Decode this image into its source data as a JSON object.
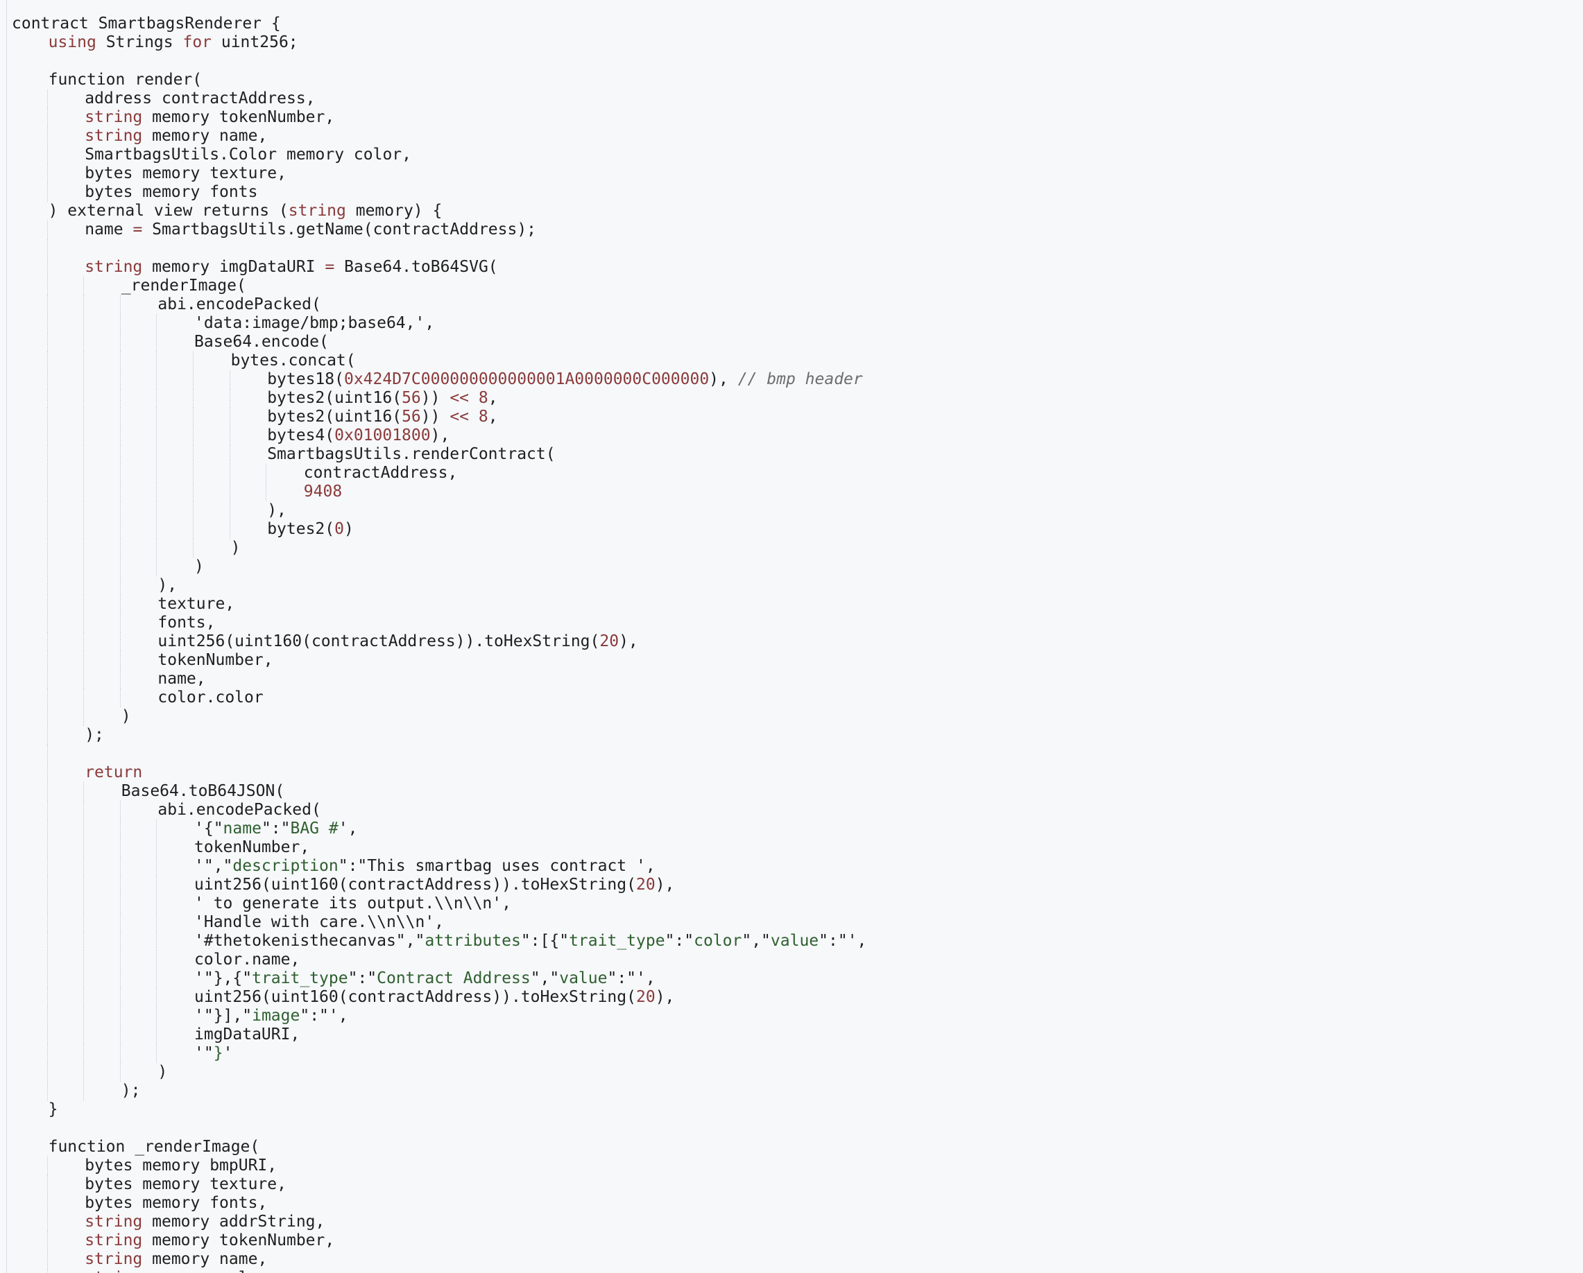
{
  "editor": {
    "language": "solidity",
    "colors": {
      "background": "#f6f8fa",
      "text": "#1f1f1f",
      "keyword": "#8b3a3a",
      "number": "#8b3a3a",
      "string": "#2f5f2f",
      "comment": "#6d6d6d"
    },
    "lines": [
      {
        "indent": 0,
        "tokens": [
          [
            "t",
            "contract SmartbagsRenderer {"
          ]
        ]
      },
      {
        "indent": 1,
        "tokens": [
          [
            "k",
            "using"
          ],
          [
            "t",
            " Strings "
          ],
          [
            "k",
            "for"
          ],
          [
            "t",
            " uint256;"
          ]
        ]
      },
      {
        "indent": 0,
        "tokens": []
      },
      {
        "indent": 1,
        "tokens": [
          [
            "t",
            "function render("
          ]
        ]
      },
      {
        "indent": 2,
        "tokens": [
          [
            "t",
            "address contractAddress,"
          ]
        ]
      },
      {
        "indent": 2,
        "tokens": [
          [
            "k",
            "string"
          ],
          [
            "t",
            " memory tokenNumber,"
          ]
        ]
      },
      {
        "indent": 2,
        "tokens": [
          [
            "k",
            "string"
          ],
          [
            "t",
            " memory name,"
          ]
        ]
      },
      {
        "indent": 2,
        "tokens": [
          [
            "t",
            "SmartbagsUtils.Color memory color,"
          ]
        ]
      },
      {
        "indent": 2,
        "tokens": [
          [
            "t",
            "bytes memory texture,"
          ]
        ]
      },
      {
        "indent": 2,
        "tokens": [
          [
            "t",
            "bytes memory fonts"
          ]
        ]
      },
      {
        "indent": 1,
        "tokens": [
          [
            "t",
            ") external view returns ("
          ],
          [
            "k",
            "string"
          ],
          [
            "t",
            " memory) {"
          ]
        ]
      },
      {
        "indent": 2,
        "tokens": [
          [
            "t",
            "name "
          ],
          [
            "o",
            "="
          ],
          [
            "t",
            " SmartbagsUtils.getName(contractAddress);"
          ]
        ]
      },
      {
        "indent": 0,
        "tokens": []
      },
      {
        "indent": 2,
        "tokens": [
          [
            "k",
            "string"
          ],
          [
            "t",
            " memory imgDataURI "
          ],
          [
            "o",
            "="
          ],
          [
            "t",
            " Base64.toB64SVG("
          ]
        ]
      },
      {
        "indent": 3,
        "tokens": [
          [
            "t",
            "_renderImage("
          ]
        ]
      },
      {
        "indent": 4,
        "tokens": [
          [
            "t",
            "abi.encodePacked("
          ]
        ]
      },
      {
        "indent": 5,
        "tokens": [
          [
            "t",
            "'data:image/bmp;base64,',"
          ]
        ]
      },
      {
        "indent": 5,
        "tokens": [
          [
            "t",
            "Base64.encode("
          ]
        ]
      },
      {
        "indent": 6,
        "tokens": [
          [
            "t",
            "bytes.concat("
          ]
        ]
      },
      {
        "indent": 7,
        "tokens": [
          [
            "t",
            "bytes18("
          ],
          [
            "n",
            "0x424D7C000000000000001A0000000C000000"
          ],
          [
            "t",
            "), "
          ],
          [
            "c",
            "// bmp header"
          ]
        ]
      },
      {
        "indent": 7,
        "tokens": [
          [
            "t",
            "bytes2(uint16("
          ],
          [
            "n",
            "56"
          ],
          [
            "t",
            ")) "
          ],
          [
            "o",
            "<<"
          ],
          [
            "t",
            " "
          ],
          [
            "n",
            "8"
          ],
          [
            "t",
            ","
          ]
        ]
      },
      {
        "indent": 7,
        "tokens": [
          [
            "t",
            "bytes2(uint16("
          ],
          [
            "n",
            "56"
          ],
          [
            "t",
            ")) "
          ],
          [
            "o",
            "<<"
          ],
          [
            "t",
            " "
          ],
          [
            "n",
            "8"
          ],
          [
            "t",
            ","
          ]
        ]
      },
      {
        "indent": 7,
        "tokens": [
          [
            "t",
            "bytes4("
          ],
          [
            "n",
            "0x01001800"
          ],
          [
            "t",
            "),"
          ]
        ]
      },
      {
        "indent": 7,
        "tokens": [
          [
            "t",
            "SmartbagsUtils.renderContract("
          ]
        ]
      },
      {
        "indent": 8,
        "tokens": [
          [
            "t",
            "contractAddress,"
          ]
        ]
      },
      {
        "indent": 8,
        "tokens": [
          [
            "n",
            "9408"
          ]
        ]
      },
      {
        "indent": 7,
        "tokens": [
          [
            "t",
            "),"
          ]
        ]
      },
      {
        "indent": 7,
        "tokens": [
          [
            "t",
            "bytes2("
          ],
          [
            "n",
            "0"
          ],
          [
            "t",
            ")"
          ]
        ]
      },
      {
        "indent": 6,
        "tokens": [
          [
            "t",
            ")"
          ]
        ]
      },
      {
        "indent": 5,
        "tokens": [
          [
            "t",
            ")"
          ]
        ]
      },
      {
        "indent": 4,
        "tokens": [
          [
            "t",
            "),"
          ]
        ]
      },
      {
        "indent": 4,
        "tokens": [
          [
            "t",
            "texture,"
          ]
        ]
      },
      {
        "indent": 4,
        "tokens": [
          [
            "t",
            "fonts,"
          ]
        ]
      },
      {
        "indent": 4,
        "tokens": [
          [
            "t",
            "uint256(uint160(contractAddress)).toHexString("
          ],
          [
            "n",
            "20"
          ],
          [
            "t",
            "),"
          ]
        ]
      },
      {
        "indent": 4,
        "tokens": [
          [
            "t",
            "tokenNumber,"
          ]
        ]
      },
      {
        "indent": 4,
        "tokens": [
          [
            "t",
            "name,"
          ]
        ]
      },
      {
        "indent": 4,
        "tokens": [
          [
            "t",
            "color.color"
          ]
        ]
      },
      {
        "indent": 3,
        "tokens": [
          [
            "t",
            ")"
          ]
        ]
      },
      {
        "indent": 2,
        "tokens": [
          [
            "t",
            ");"
          ]
        ]
      },
      {
        "indent": 0,
        "tokens": []
      },
      {
        "indent": 2,
        "tokens": [
          [
            "k",
            "return"
          ]
        ]
      },
      {
        "indent": 3,
        "tokens": [
          [
            "t",
            "Base64.toB64JSON("
          ]
        ]
      },
      {
        "indent": 4,
        "tokens": [
          [
            "t",
            "abi.encodePacked("
          ]
        ]
      },
      {
        "indent": 5,
        "tokens": [
          [
            "t",
            "'{\""
          ],
          [
            "s",
            "name"
          ],
          [
            "t",
            "\":\""
          ],
          [
            "s",
            "BAG #"
          ],
          [
            "t",
            "',"
          ]
        ]
      },
      {
        "indent": 5,
        "tokens": [
          [
            "t",
            "tokenNumber,"
          ]
        ]
      },
      {
        "indent": 5,
        "tokens": [
          [
            "t",
            "'\",\""
          ],
          [
            "s",
            "description"
          ],
          [
            "t",
            "\":\"This smartbag uses contract ',"
          ]
        ]
      },
      {
        "indent": 5,
        "tokens": [
          [
            "t",
            "uint256(uint160(contractAddress)).toHexString("
          ],
          [
            "n",
            "20"
          ],
          [
            "t",
            "),"
          ]
        ]
      },
      {
        "indent": 5,
        "tokens": [
          [
            "t",
            "' to generate its output.\\\\n\\\\n',"
          ]
        ]
      },
      {
        "indent": 5,
        "tokens": [
          [
            "t",
            "'Handle with care.\\\\n\\\\n',"
          ]
        ]
      },
      {
        "indent": 5,
        "tokens": [
          [
            "t",
            "'#thetokenisthecanvas\",\""
          ],
          [
            "s",
            "attributes"
          ],
          [
            "t",
            "\":[{\""
          ],
          [
            "s",
            "trait_type"
          ],
          [
            "t",
            "\":\""
          ],
          [
            "s",
            "color"
          ],
          [
            "t",
            "\",\""
          ],
          [
            "s",
            "value"
          ],
          [
            "t",
            "\":\"',"
          ]
        ]
      },
      {
        "indent": 5,
        "tokens": [
          [
            "t",
            "color.name,"
          ]
        ]
      },
      {
        "indent": 5,
        "tokens": [
          [
            "t",
            "'\"},{\""
          ],
          [
            "s",
            "trait_type"
          ],
          [
            "t",
            "\":\""
          ],
          [
            "s",
            "Contract Address"
          ],
          [
            "t",
            "\",\""
          ],
          [
            "s",
            "value"
          ],
          [
            "t",
            "\":\"',"
          ]
        ]
      },
      {
        "indent": 5,
        "tokens": [
          [
            "t",
            "uint256(uint160(contractAddress)).toHexString("
          ],
          [
            "n",
            "20"
          ],
          [
            "t",
            "),"
          ]
        ]
      },
      {
        "indent": 5,
        "tokens": [
          [
            "t",
            "'\"}],\""
          ],
          [
            "s",
            "image"
          ],
          [
            "t",
            "\":\"',"
          ]
        ]
      },
      {
        "indent": 5,
        "tokens": [
          [
            "t",
            "imgDataURI,"
          ]
        ]
      },
      {
        "indent": 5,
        "tokens": [
          [
            "t",
            "'\""
          ],
          [
            "s",
            "}"
          ],
          [
            "t",
            "'"
          ]
        ]
      },
      {
        "indent": 4,
        "tokens": [
          [
            "t",
            ")"
          ]
        ]
      },
      {
        "indent": 3,
        "tokens": [
          [
            "t",
            ");"
          ]
        ]
      },
      {
        "indent": 1,
        "tokens": [
          [
            "t",
            "}"
          ]
        ]
      },
      {
        "indent": 0,
        "tokens": []
      },
      {
        "indent": 1,
        "tokens": [
          [
            "t",
            "function _renderImage("
          ]
        ]
      },
      {
        "indent": 2,
        "tokens": [
          [
            "t",
            "bytes memory bmpURI,"
          ]
        ]
      },
      {
        "indent": 2,
        "tokens": [
          [
            "t",
            "bytes memory texture,"
          ]
        ]
      },
      {
        "indent": 2,
        "tokens": [
          [
            "t",
            "bytes memory fonts,"
          ]
        ]
      },
      {
        "indent": 2,
        "tokens": [
          [
            "k",
            "string"
          ],
          [
            "t",
            " memory addrString,"
          ]
        ]
      },
      {
        "indent": 2,
        "tokens": [
          [
            "k",
            "string"
          ],
          [
            "t",
            " memory tokenNumber,"
          ]
        ]
      },
      {
        "indent": 2,
        "tokens": [
          [
            "k",
            "string"
          ],
          [
            "t",
            " memory name,"
          ]
        ]
      },
      {
        "indent": 2,
        "tokens": [
          [
            "k",
            "string"
          ],
          [
            "t",
            " memory color"
          ]
        ]
      }
    ]
  }
}
